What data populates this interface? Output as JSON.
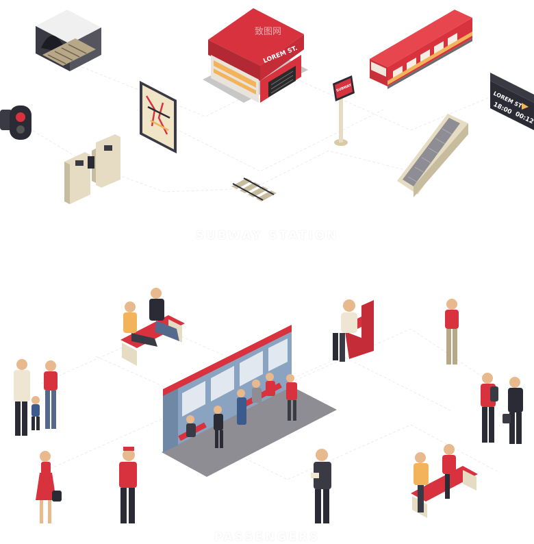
{
  "sections": {
    "subway": {
      "title": "SUBWAY STATION"
    },
    "passengers": {
      "title": "PASSENGERS"
    }
  },
  "kiosk": {
    "sign": "LOREM ST."
  },
  "stop_sign": {
    "text": "SUBWAY"
  },
  "departure_board": {
    "station": "LOREM ST",
    "time": "18:00",
    "countdown": "00:12"
  },
  "watermark": {
    "text": "致图网"
  },
  "colors": {
    "accent_red": "#d9323f",
    "dark_red": "#a8232d",
    "cream": "#eee6d2",
    "tan": "#d8c9a7",
    "dark": "#2b2b35",
    "grey": "#8d8d93",
    "car_blue": "#8aa3c0",
    "grid_line": "#e9e9ec"
  },
  "icons": {
    "tunnel": "tunnel-icon",
    "kiosk": "station-entrance-kiosk-icon",
    "train": "train-car-icon",
    "traffic_light": "signal-light-icon",
    "map": "subway-map-icon",
    "stop_sign": "subway-stop-sign-icon",
    "departure_board": "departure-board-icon",
    "turnstiles": "turnstile-icon",
    "rails": "rail-track-icon",
    "escalator": "escalator-icon"
  }
}
